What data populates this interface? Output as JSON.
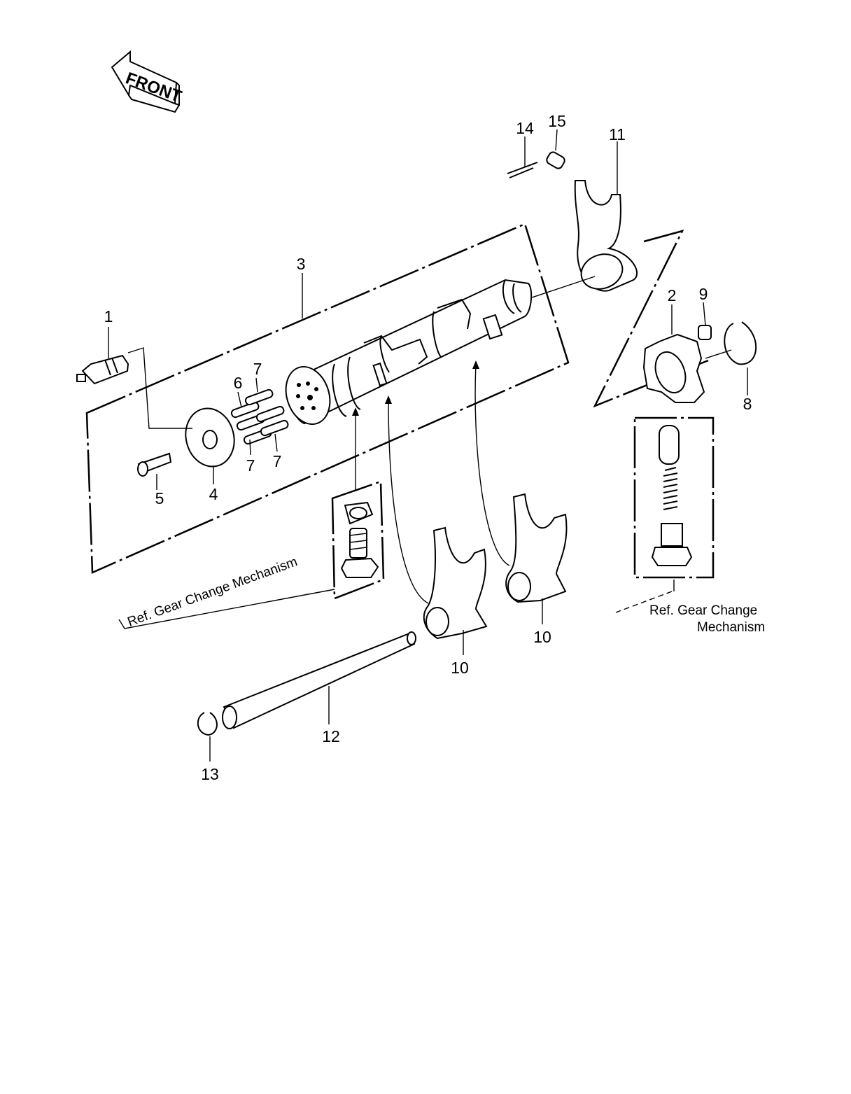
{
  "front_arrow": {
    "label": "FRONT",
    "icon": "front-direction-arrow-icon"
  },
  "parts": {
    "p1": "1",
    "p2": "2",
    "p3": "3",
    "p4": "4",
    "p5": "5",
    "p6": "6",
    "p7a": "7",
    "p7b": "7",
    "p7c": "7",
    "p8": "8",
    "p9": "9",
    "p10a": "10",
    "p10b": "10",
    "p11": "11",
    "p12": "12",
    "p13": "13",
    "p14": "14",
    "p15": "15"
  },
  "refs": {
    "left": "Ref.   Gear Change  Mechanism",
    "right_line1": "Ref.    Gear Change",
    "right_line2": "Mechanism"
  }
}
